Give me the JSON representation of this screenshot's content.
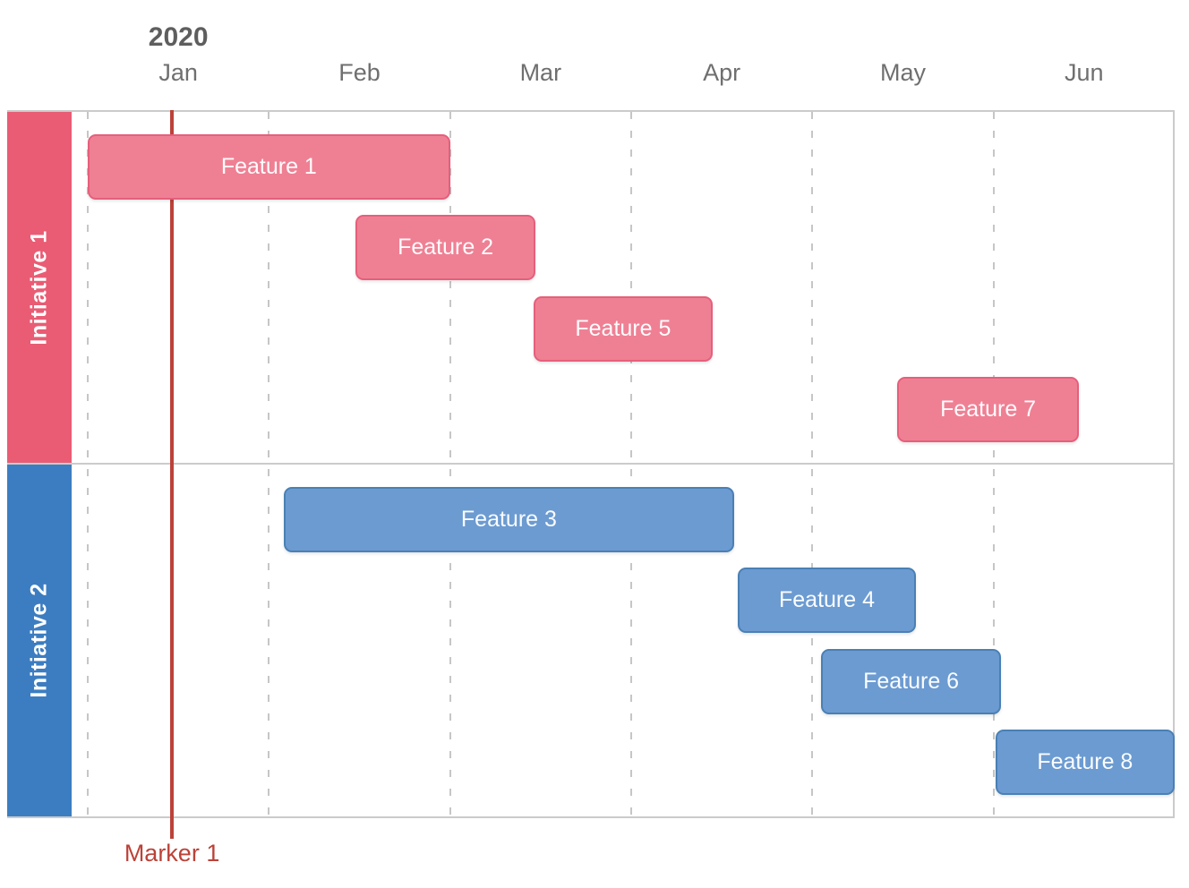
{
  "chart_data": {
    "type": "gantt",
    "title": "",
    "year_label": "2020",
    "months": [
      "Jan",
      "Feb",
      "Mar",
      "Apr",
      "May",
      "Jun"
    ],
    "xlim_months": [
      0,
      6
    ],
    "grid": "dashed vertical lines at month boundaries",
    "legend_position": "none",
    "marker": {
      "label": "Marker 1",
      "month_position": 0.465,
      "color": "#bc4238"
    },
    "groups": [
      {
        "name": "Initiative 1",
        "band_color": "#e95c74",
        "bar_fill": "#ef8094",
        "bar_border": "#e65f7b",
        "tasks": [
          {
            "label": "Feature 1",
            "start_month": 0.0,
            "end_month": 2.0
          },
          {
            "label": "Feature 2",
            "start_month": 1.48,
            "end_month": 2.47
          },
          {
            "label": "Feature 5",
            "start_month": 2.46,
            "end_month": 3.45
          },
          {
            "label": "Feature 7",
            "start_month": 4.47,
            "end_month": 5.47
          }
        ]
      },
      {
        "name": "Initiative 2",
        "band_color": "#3c7dc1",
        "bar_fill": "#6c9bd1",
        "bar_border": "#4a80b5",
        "tasks": [
          {
            "label": "Feature 3",
            "start_month": 1.08,
            "end_month": 3.57
          },
          {
            "label": "Feature 4",
            "start_month": 3.59,
            "end_month": 4.57
          },
          {
            "label": "Feature 6",
            "start_month": 4.05,
            "end_month": 5.04
          },
          {
            "label": "Feature 8",
            "start_month": 5.01,
            "end_month": 6.0
          }
        ]
      }
    ]
  },
  "colors": {
    "grid_line": "#c6c6c6",
    "chart_border": "#cbcbcb",
    "year_text": "#5e5e5e",
    "month_text": "#6f6f6f",
    "bar_text": "#ffffff"
  }
}
